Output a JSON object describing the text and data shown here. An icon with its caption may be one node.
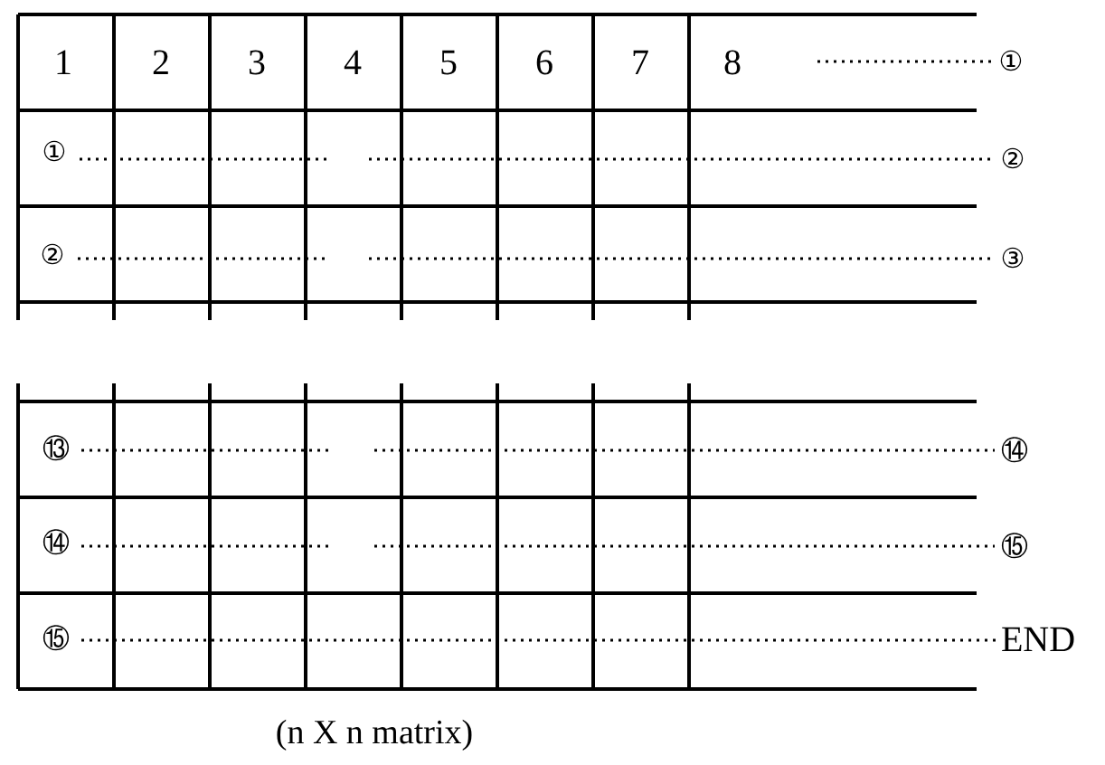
{
  "diagram": {
    "caption": "(n X n matrix)",
    "nodes": [
      {
        "text": [
          "①"
        ]
      },
      {
        "text": [
          "①"
        ]
      },
      {
        "text": [
          "②"
        ]
      },
      {
        "text": [
          "②"
        ]
      },
      {
        "text": [
          "③"
        ]
      },
      {
        "text": [
          "⑬"
        ]
      },
      {
        "text": [
          "⑭"
        ]
      },
      {
        "text": [
          "⑭"
        ]
      },
      {
        "text": [
          "⑮"
        ]
      },
      {
        "text": [
          "⑮"
        ]
      },
      {
        "text": [
          "END"
        ]
      }
    ],
    "edges": [
      {
        "from": null,
        "to": 0,
        "arrow": "none",
        "style": "dashed"
      },
      {
        "from": 1,
        "to": 2,
        "arrow": "none",
        "style": "dashed"
      },
      {
        "from": 3,
        "to": 4,
        "arrow": "none",
        "style": "dashed"
      },
      {
        "from": 5,
        "to": 6,
        "arrow": "none",
        "style": "dashed"
      },
      {
        "from": 7,
        "to": 8,
        "arrow": "none",
        "style": "dashed"
      },
      {
        "from": 9,
        "to": 10,
        "arrow": "none",
        "style": "dashed"
      }
    ],
    "labels": [
      "1",
      "2",
      "3",
      "4",
      "5",
      "6",
      "7",
      "8"
    ]
  }
}
